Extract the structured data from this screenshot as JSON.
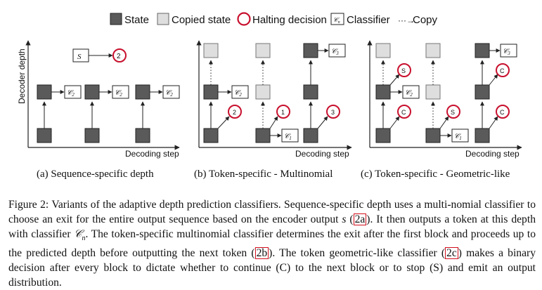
{
  "legend": {
    "state": "State",
    "copied_state": "Copied state",
    "halting": "Halting decision",
    "classifier_glyph": "𝒞",
    "classifier_sub": "n",
    "classifier": "Classifier",
    "copy_arrow": "···→",
    "copy": "Copy"
  },
  "axes": {
    "y_label": "Decoder depth",
    "x_label": "Decoding step"
  },
  "panels": [
    {
      "subcaption": "(a) Sequence-specific depth",
      "source_label": "S",
      "source_halt": "2",
      "classifiers": [
        {
          "glyph": "𝒞",
          "sub": "2"
        },
        {
          "glyph": "𝒞",
          "sub": "2"
        },
        {
          "glyph": "𝒞",
          "sub": "2"
        }
      ]
    },
    {
      "subcaption": "(b) Token-specific - Multinomial",
      "halts": [
        "2",
        "1",
        "3"
      ],
      "classifiers": [
        {
          "glyph": "𝒞",
          "sub": "2"
        },
        {
          "glyph": "𝒞",
          "sub": "1"
        },
        {
          "glyph": "𝒞",
          "sub": "3"
        }
      ]
    },
    {
      "subcaption": "(c) Token-specific - Geometric-like",
      "halts": [
        [
          "C",
          "S"
        ],
        [
          "S"
        ],
        [
          "C",
          "C"
        ]
      ],
      "classifiers": [
        {
          "glyph": "𝒞",
          "sub": "2"
        },
        {
          "glyph": "𝒞",
          "sub": "1"
        },
        {
          "glyph": "𝒞",
          "sub": "3"
        }
      ]
    }
  ],
  "caption": {
    "seg1": "Figure 2: Variants of the adaptive depth prediction classifiers. Sequence-specific depth uses a multi-nomial classifier to choose an exit for the entire output sequence based on the encoder output ",
    "var_s": "s",
    "ref_a": "2a",
    "seg2": ". It then outputs a token at this depth with classifier ",
    "var_c": "𝒞",
    "var_c_sub": "n",
    "seg3": ". The token-specific multinomial classifier determines the exit after the first block and proceeds up to the predicted depth before outputting the next token ",
    "ref_b": "2b",
    "seg4": ". The token geometric-like classifier ",
    "ref_c": "2c",
    "seg5": " makes a binary decision after every block to dictate whether to continue (C) to the next block or to stop (S) and emit an output distribution."
  },
  "colors": {
    "state": "#5a5a5a",
    "copied_state": "#dedede",
    "halting": "#c8102e",
    "ref_box": "#d20f1e"
  }
}
